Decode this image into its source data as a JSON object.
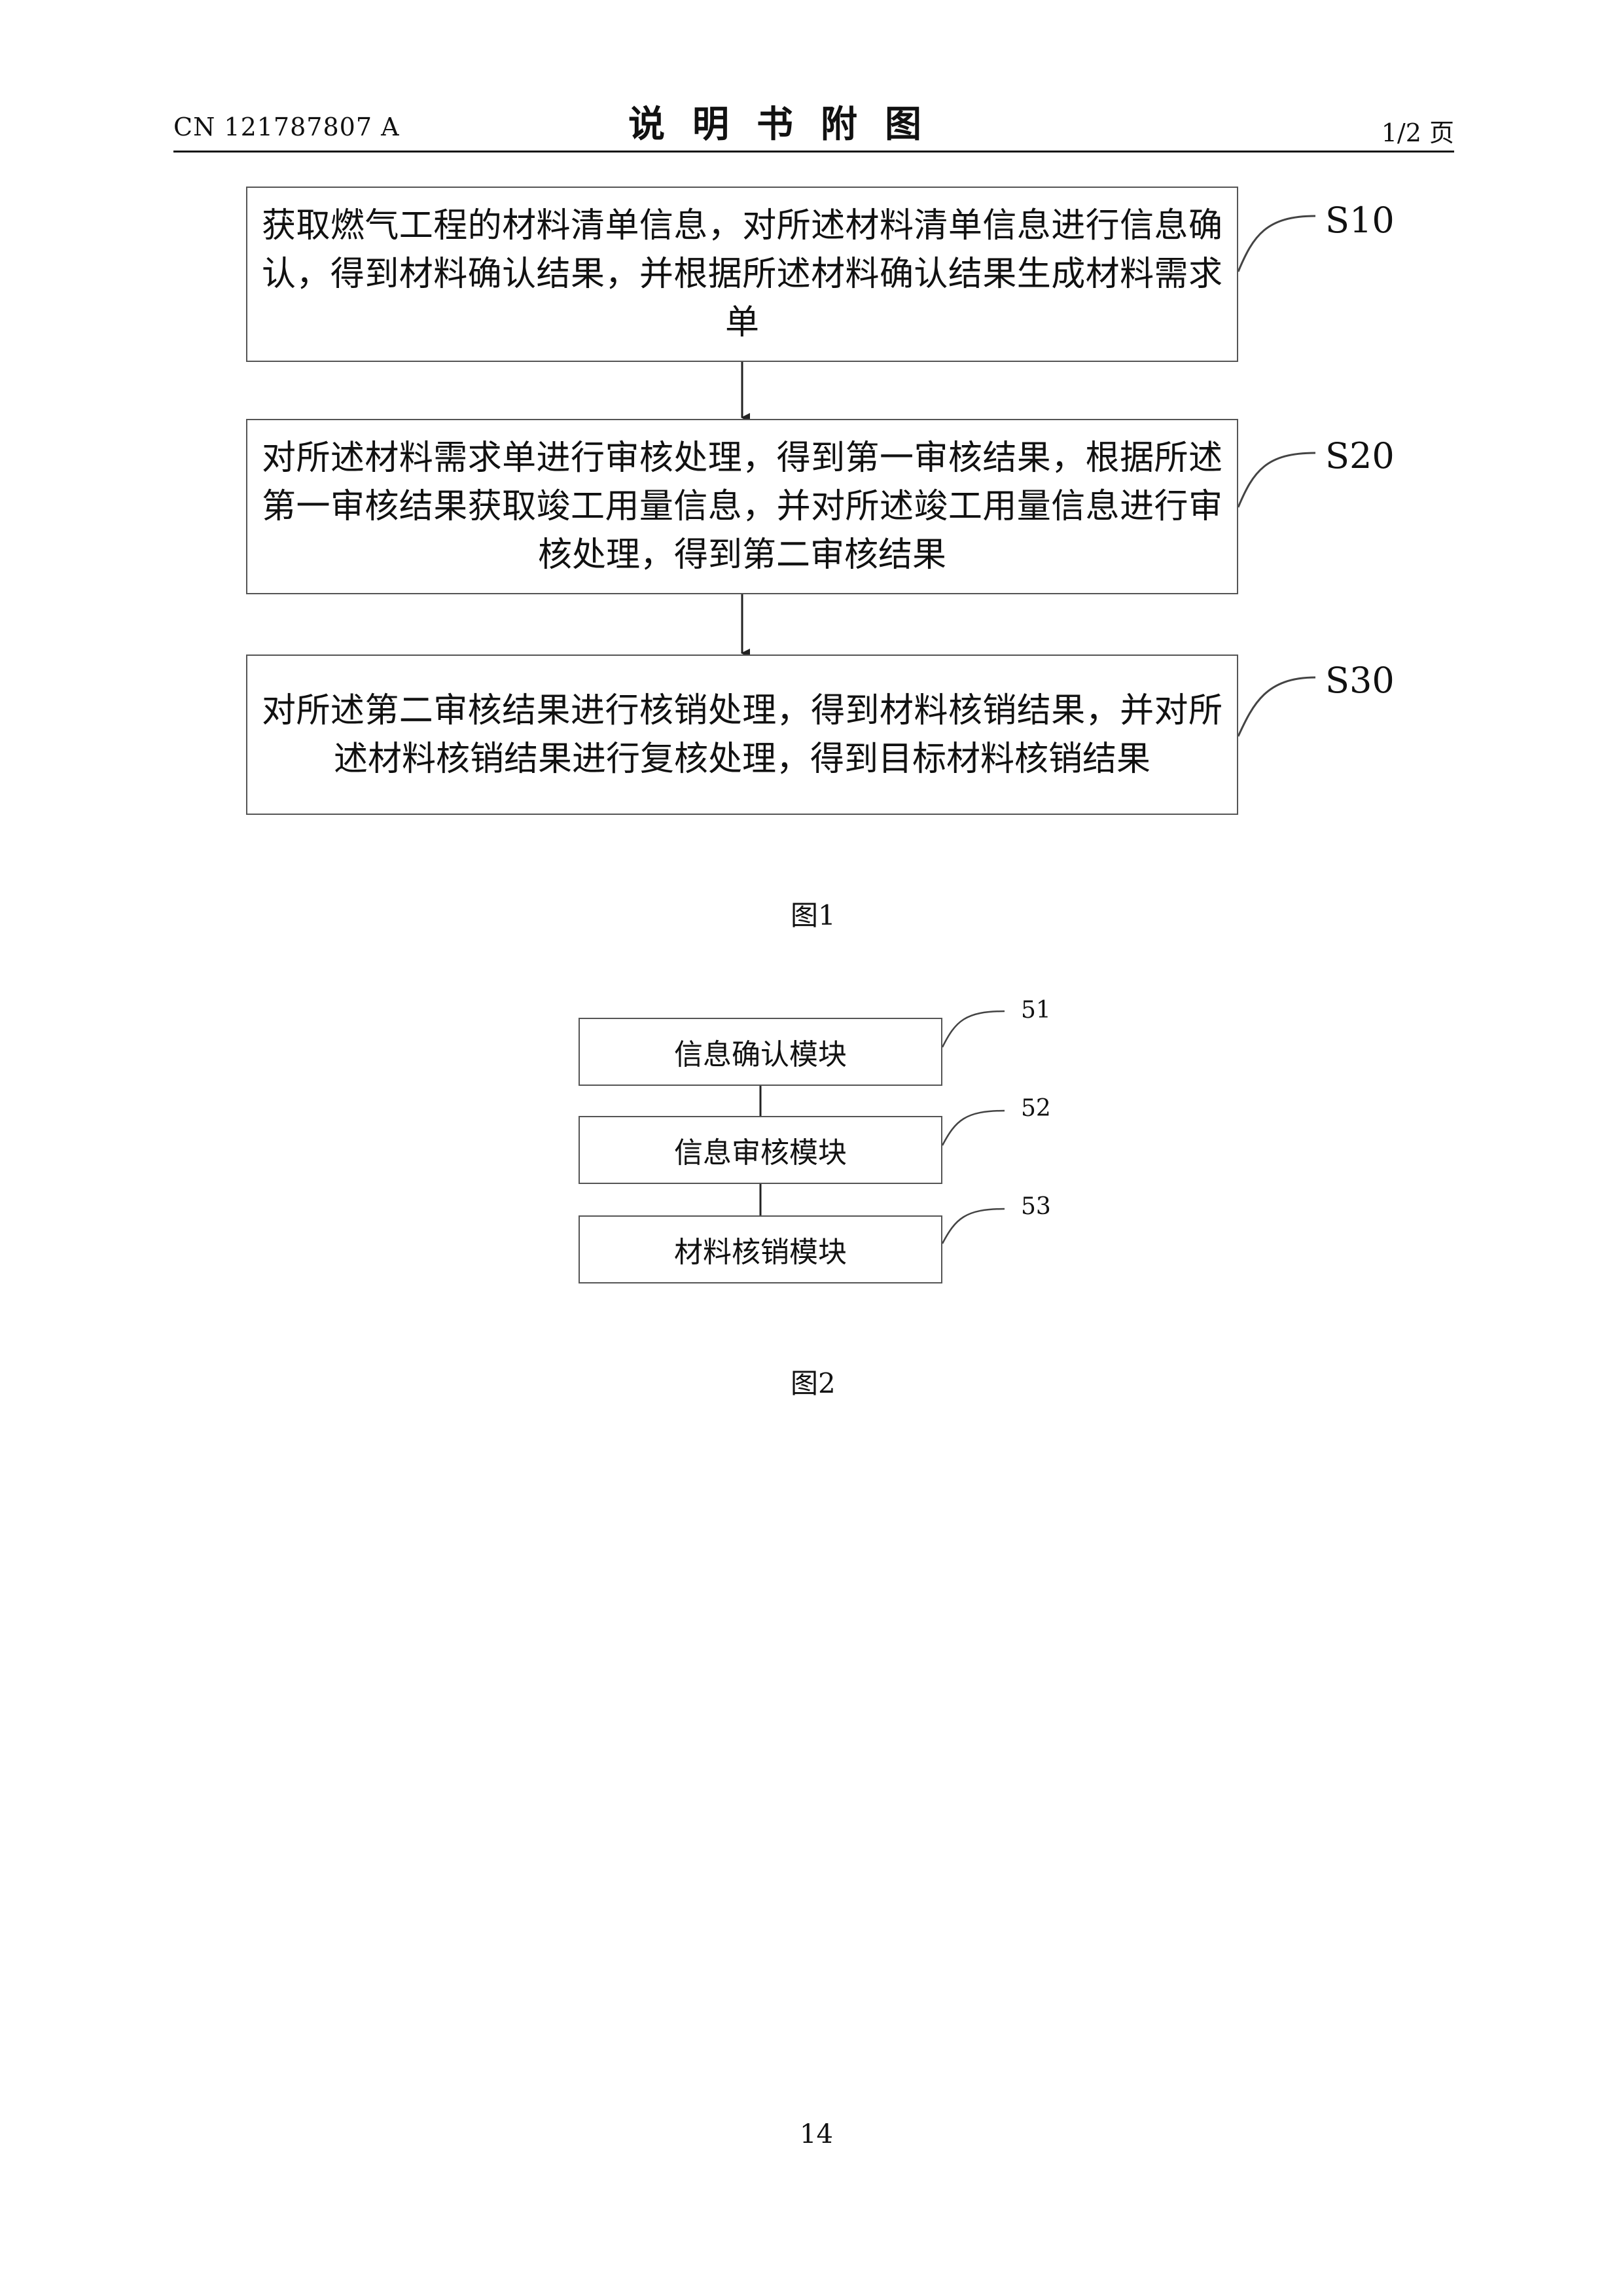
{
  "header": {
    "publication_number": "CN 121787807 A",
    "title": "说明书附图",
    "page_indicator": "1/2 页"
  },
  "figure1": {
    "steps": [
      {
        "label": "S10",
        "text": "获取燃气工程的材料清单信息，对所述材料清单信息进行信息确认，得到材料确认结果，并根据所述材料确认结果生成材料需求单"
      },
      {
        "label": "S20",
        "text": "对所述材料需求单进行审核处理，得到第一审核结果，根据所述第一审核结果获取竣工用量信息，并对所述竣工用量信息进行审核处理，得到第二审核结果"
      },
      {
        "label": "S30",
        "text": "对所述第二审核结果进行核销处理，得到材料核销结果，并对所述材料核销结果进行复核处理，得到目标材料核销结果"
      }
    ],
    "caption": "图1"
  },
  "figure2": {
    "modules": [
      {
        "label": "51",
        "text": "信息确认模块"
      },
      {
        "label": "52",
        "text": "信息审核模块"
      },
      {
        "label": "53",
        "text": "材料核销模块"
      }
    ],
    "caption": "图2"
  },
  "footer": {
    "page_number": "14"
  }
}
